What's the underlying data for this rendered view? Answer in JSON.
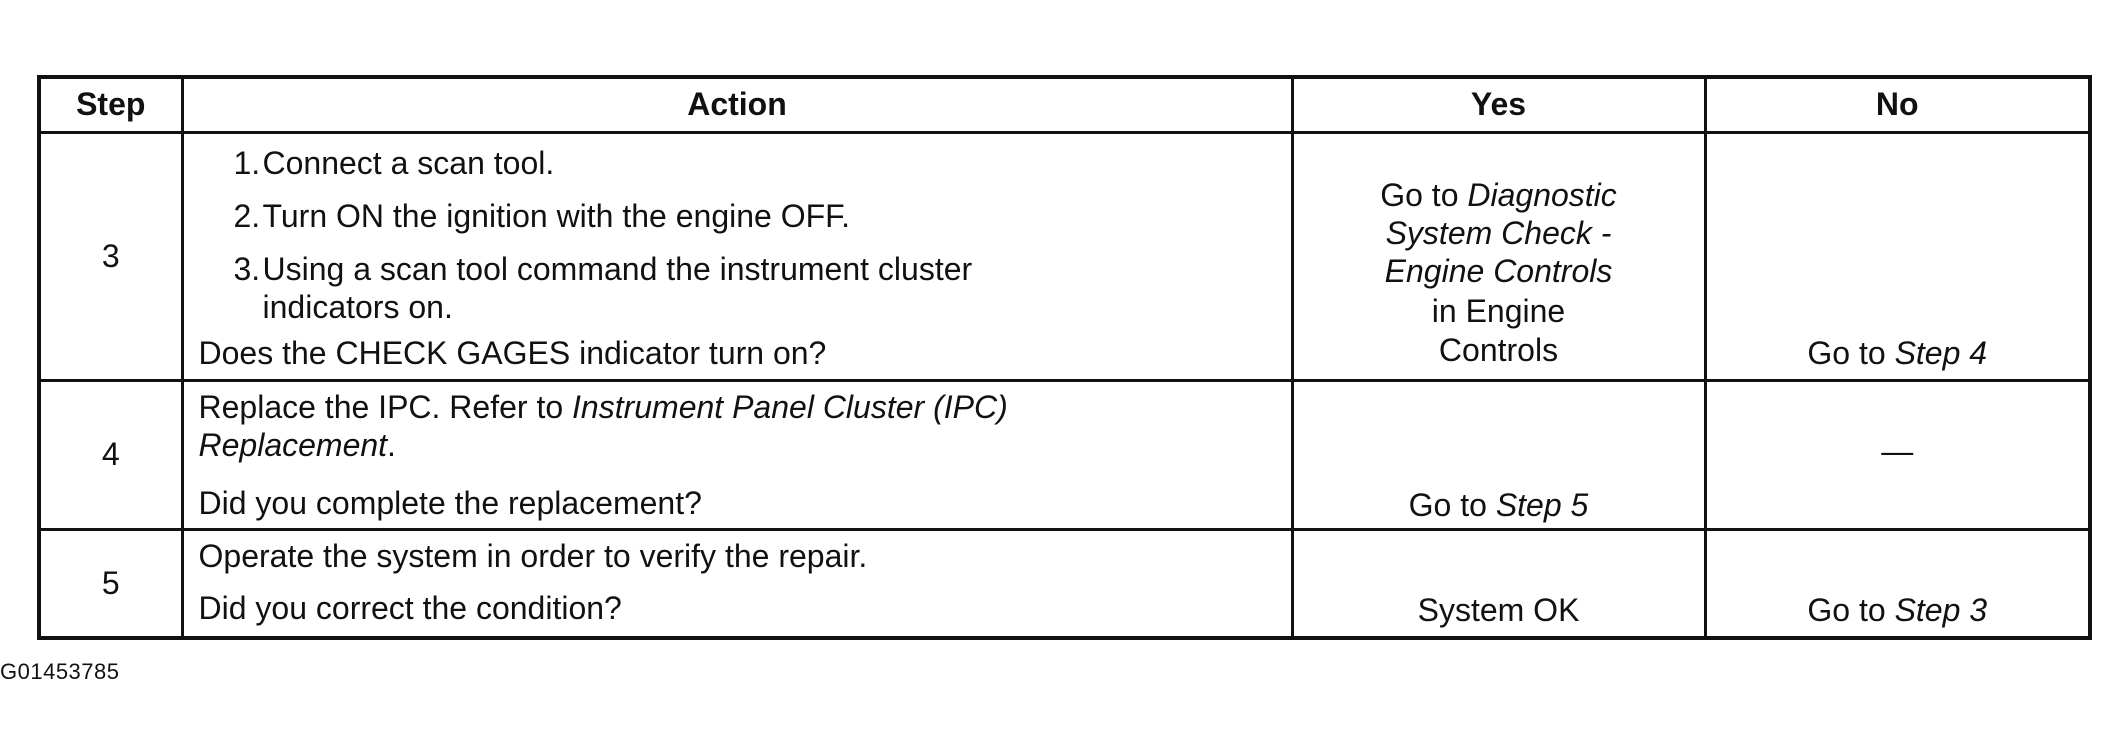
{
  "table": {
    "headers": {
      "step": "Step",
      "action": "Action",
      "yes": "Yes",
      "no": "No"
    },
    "rows": [
      {
        "step": "3",
        "action": {
          "list": [
            {
              "num": "1.",
              "text": "Connect a scan tool."
            },
            {
              "num": "2.",
              "text": "Turn ON the ignition with the engine OFF."
            },
            {
              "num": "3.",
              "text_line1": "Using a scan tool command the instrument cluster",
              "text_line2": "indicators on."
            }
          ],
          "question": "Does the CHECK GAGES indicator turn on?"
        },
        "yes": {
          "go_to": "Go to",
          "link_part1": "Diagnostic",
          "link_line2": "System Check -",
          "link_line3": "Engine Controls",
          "line4": "in Engine",
          "line5": "Controls"
        },
        "no": {
          "go_to": "Go to",
          "step_link": "Step 4"
        }
      },
      {
        "step": "4",
        "action": {
          "line1_plain": "Replace the IPC. Refer to",
          "line1_italic": "Instrument Panel Cluster (IPC)",
          "line2_italic": "Replacement",
          "line2_end": ".",
          "question": "Did you complete the replacement?"
        },
        "yes": {
          "go_to": "Go to",
          "step_link": "Step 5"
        },
        "no": {
          "dash": "—"
        }
      },
      {
        "step": "5",
        "action": {
          "line1": "Operate the system in order to verify the repair.",
          "question": "Did you correct the condition?"
        },
        "yes": {
          "text": "System OK"
        },
        "no": {
          "go_to": "Go to",
          "step_link": "Step 3"
        }
      }
    ]
  },
  "figure_id": "G01453785"
}
